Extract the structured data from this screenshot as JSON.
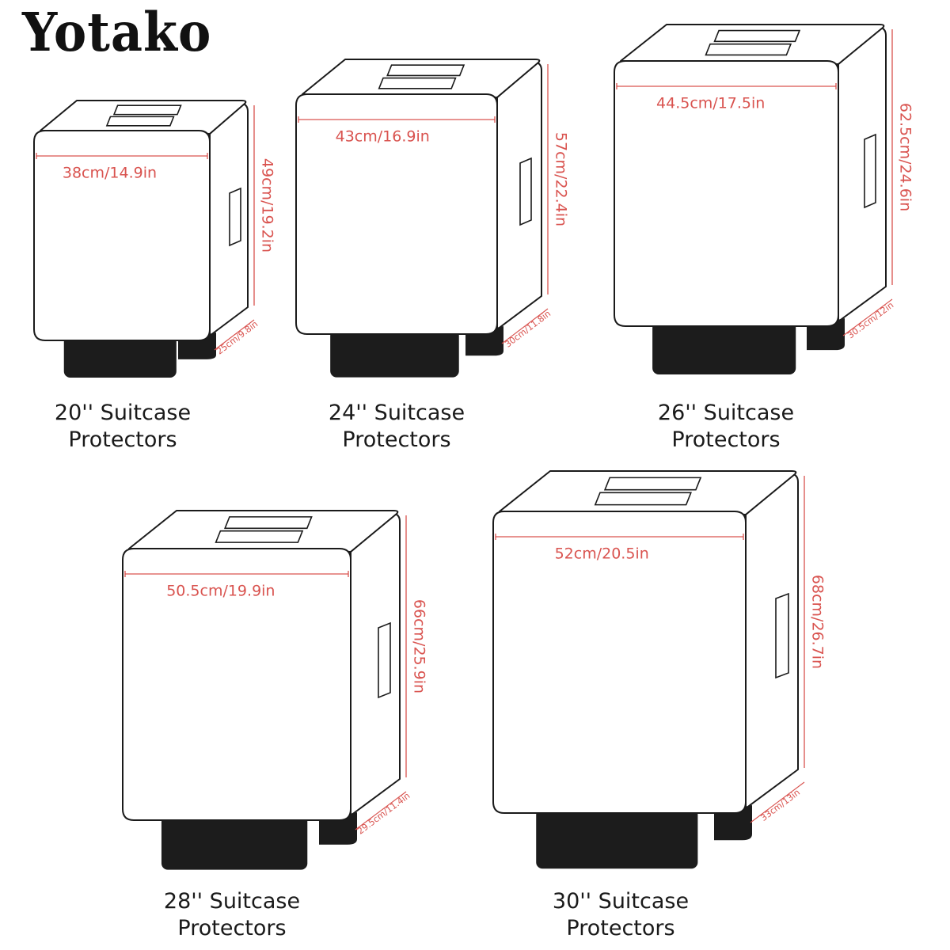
{
  "brand": {
    "name": "Yotako"
  },
  "colors": {
    "outline": "#1a1a1a",
    "base": "#1c1c1c",
    "dimension": "#d9534f",
    "background": "#ffffff"
  },
  "suitcases": [
    {
      "size_label": "20'' Suitcase",
      "product_label": "Protectors",
      "width_label": "38cm/14.9in",
      "height_label": "49cm/19.2in",
      "depth_label": "25cm/9.8in"
    },
    {
      "size_label": "24'' Suitcase",
      "product_label": "Protectors",
      "width_label": "43cm/16.9in",
      "height_label": "57cm/22.4in",
      "depth_label": "30cm/11.8in"
    },
    {
      "size_label": "26'' Suitcase",
      "product_label": "Protectors",
      "width_label": "44.5cm/17.5in",
      "height_label": "62.5cm/24.6in",
      "depth_label": "30.5cm/12in"
    },
    {
      "size_label": "28'' Suitcase",
      "product_label": "Protectors",
      "width_label": "50.5cm/19.9in",
      "height_label": "66cm/25.9in",
      "depth_label": "29.5cm/11.4in"
    },
    {
      "size_label": "30'' Suitcase",
      "product_label": "Protectors",
      "width_label": "52cm/20.5in",
      "height_label": "68cm/26.7in",
      "depth_label": "33cm/13in"
    }
  ]
}
